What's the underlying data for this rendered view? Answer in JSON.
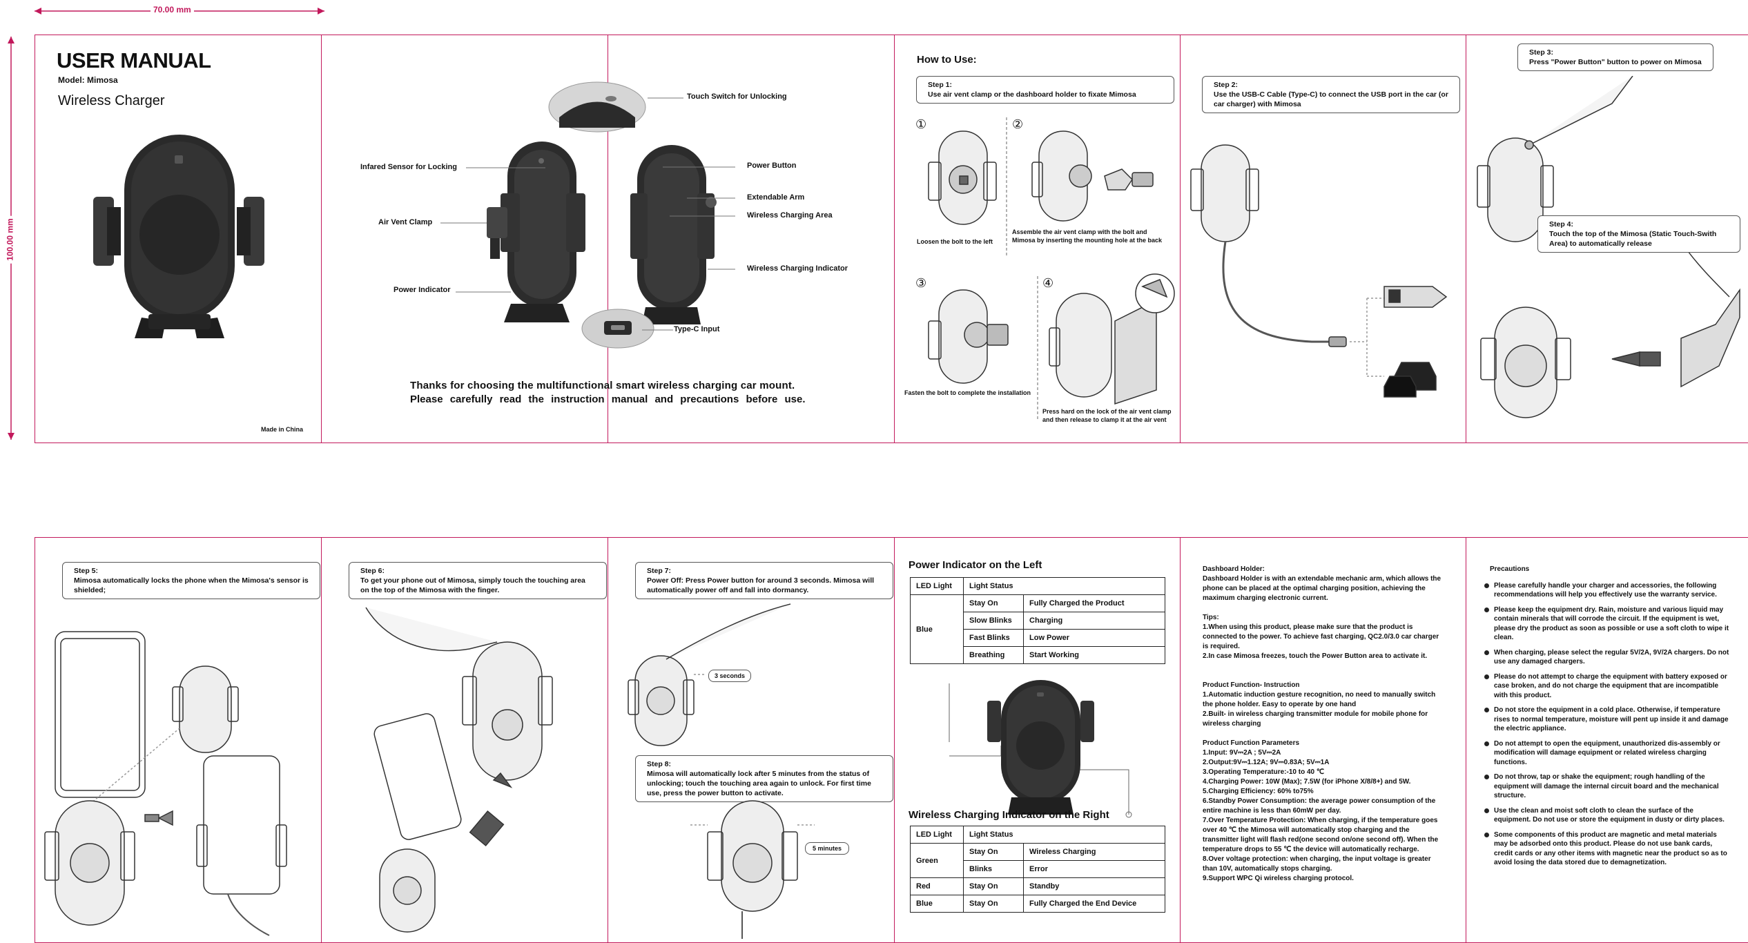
{
  "dimensions": {
    "width_label": "70.00 mm",
    "height_label": "100.00 mm"
  },
  "cover": {
    "title": "USER MANUAL",
    "model": "Model: Mimosa",
    "product": "Wireless Charger",
    "made_in": "Made in China"
  },
  "parts": {
    "labels": [
      "Touch Switch for Unlocking",
      "Infared Sensor for Locking",
      "Air Vent Clamp",
      "Power Indicator",
      "Power Button",
      "Extendable Arm",
      "Wireless Charging Area",
      "Wireless Charging Indicator",
      "Type-C Input"
    ],
    "thanks_line1": "Thanks for choosing the multifunctional smart wireless charging car mount.",
    "thanks_line2": "Please carefully read the instruction manual and precautions before use."
  },
  "how_to_use": {
    "title": "How to Use:",
    "step1_title": "Step 1:",
    "step1_text": "Use air vent clamp or the dashboard holder to fixate Mimosa",
    "n1": "①",
    "n2": "②",
    "n3": "③",
    "n4": "④",
    "cap1": "Loosen the bolt to the left",
    "cap2": "Assemble the air vent clamp with the bolt and Mimosa by inserting the mounting hole at the back",
    "cap3": "Fasten the bolt to complete the installation",
    "cap4": "Press hard on the lock of the air vent clamp and then release to clamp it at the air vent"
  },
  "step2": {
    "title": "Step 2:",
    "text": "Use the USB-C Cable (Type-C) to connect the USB port in the car (or car charger) with Mimosa"
  },
  "step3": {
    "title": "Step 3:",
    "text": "Press \"Power Button\" button to power on Mimosa"
  },
  "step4": {
    "title": "Step 4:",
    "text": "Touch the top of the Mimosa (Static Touch-Swith Area) to automatically release"
  },
  "step5": {
    "title": "Step 5:",
    "text": "Mimosa automatically locks the phone when the Mimosa's sensor is shielded;"
  },
  "step6": {
    "title": "Step 6:",
    "text": "To get your phone out of Mimosa, simply touch the touching area on the top of the Mimosa with the finger."
  },
  "step7": {
    "title": "Step 7:",
    "text": "Power Off: Press Power button for around 3 seconds. Mimosa will automatically power off and fall into dormancy.",
    "badge": "3 seconds"
  },
  "step8": {
    "title": "Step 8:",
    "text": "Mimosa will automatically lock after 5 minutes from the status of unlocking; touch the touching area again to unlock. For first time use, press the power button to activate.",
    "badge": "5 minutes"
  },
  "power_indicator": {
    "title": "Power Indicator on the Left",
    "headers": [
      "LED Light",
      "Light Status"
    ],
    "color": "Blue",
    "rows": [
      [
        "Stay On",
        "Fully Charged the Product"
      ],
      [
        "Slow Blinks",
        "Charging"
      ],
      [
        "Fast Blinks",
        "Low Power"
      ],
      [
        "Breathing",
        "Start Working"
      ]
    ]
  },
  "wireless_indicator": {
    "title": "Wireless Charging Indicator on the Right",
    "headers": [
      "LED Light",
      "Light Status"
    ],
    "rows": [
      {
        "color": "Green",
        "status": "Stay On",
        "meaning": "Wireless Charging"
      },
      {
        "color": "",
        "status": "Blinks",
        "meaning": "Error"
      },
      {
        "color": "Red",
        "status": "Stay On",
        "meaning": "Standby"
      },
      {
        "color": "Blue",
        "status": "Stay On",
        "meaning": "Fully Charged the End Device"
      }
    ]
  },
  "info": {
    "dashboard_title": "Dashboard Holder:",
    "dashboard_text": "Dashboard Holder is with an extendable mechanic arm, which allows the phone can be placed at the optimal charging position, achieving the maximum charging electronic current.",
    "tips_title": "Tips:",
    "tips": [
      "1.When using this product, please make sure that the product is connected to the power. To achieve fast charging, QC2.0/3.0 car charger is required.",
      "2.In case Mimosa freezes, touch the Power Button area to activate it."
    ],
    "func_title": "Product Function- Instruction",
    "func": [
      "1.Automatic induction gesture recognition, no need to manually switch the phone holder. Easy to operate by one hand",
      "2.Built- in wireless charging transmitter module for mobile phone for wireless charging"
    ],
    "params_title": "Product Function Parameters",
    "params": [
      "1.Input: 9V⎓2A ; 5V⎓2A",
      "2.Output:9V⎓1.12A; 9V⎓0.83A; 5V⎓1A",
      "3.Operating Temperature:-10 to 40 ℃",
      "4.Charging Power: 10W (Max); 7.5W (for iPhone X/8/8+) and 5W.",
      "5.Charging Efficiency: 60% to75%",
      "6.Standby Power Consumption: the average power consumption of the entire machine is less than 60mW per day.",
      "7.Over Temperature Protection: When charging, if the temperature goes over 40 ℃ the Mimosa will automatically stop charging and the transmitter light will flash red(one second on/one second off). When the temperature drops to 55 ℃ the device will automatically recharge.",
      "8.Over voltage protection: when charging, the input voltage is greater than 10V, automatically stops charging.",
      "9.Support WPC Qi wireless charging protocol."
    ]
  },
  "precautions": {
    "title": "Precautions",
    "items": [
      "Please carefully handle your charger and accessories, the following recommendations will help you effectively use the warranty service.",
      "Please keep the equipment dry. Rain, moisture and various liquid may contain minerals that will corrode the circuit. If the equipment is wet, please dry the product as soon as possible or use a soft cloth to wipe it clean.",
      "When charging, please select the regular 5V/2A, 9V/2A chargers. Do not use any damaged chargers.",
      "Please do not attempt to charge the equipment with battery exposed or case broken, and do not charge the equipment that are incompatible with this product.",
      "Do not store the equipment in a cold place. Otherwise, if temperature rises to normal temperature, moisture will pent up inside it and damage the electric appliance.",
      "Do not attempt to open the equipment, unauthorized dis-assembly or modification will damage equipment or related wireless charging functions.",
      "Do not throw, tap or shake the equipment; rough handling of the equipment will damage the internal circuit board and the mechanical structure.",
      "Use the clean and moist soft cloth to clean the surface of the equipment. Do not use or store the equipment in dusty or dirty places.",
      "Some components of this product are magnetic and metal materials may be adsorbed onto this product. Please do not use bank cards, credit cards or any other items with magnetic near the product so as to avoid losing the data stored due to demagnetization."
    ]
  }
}
